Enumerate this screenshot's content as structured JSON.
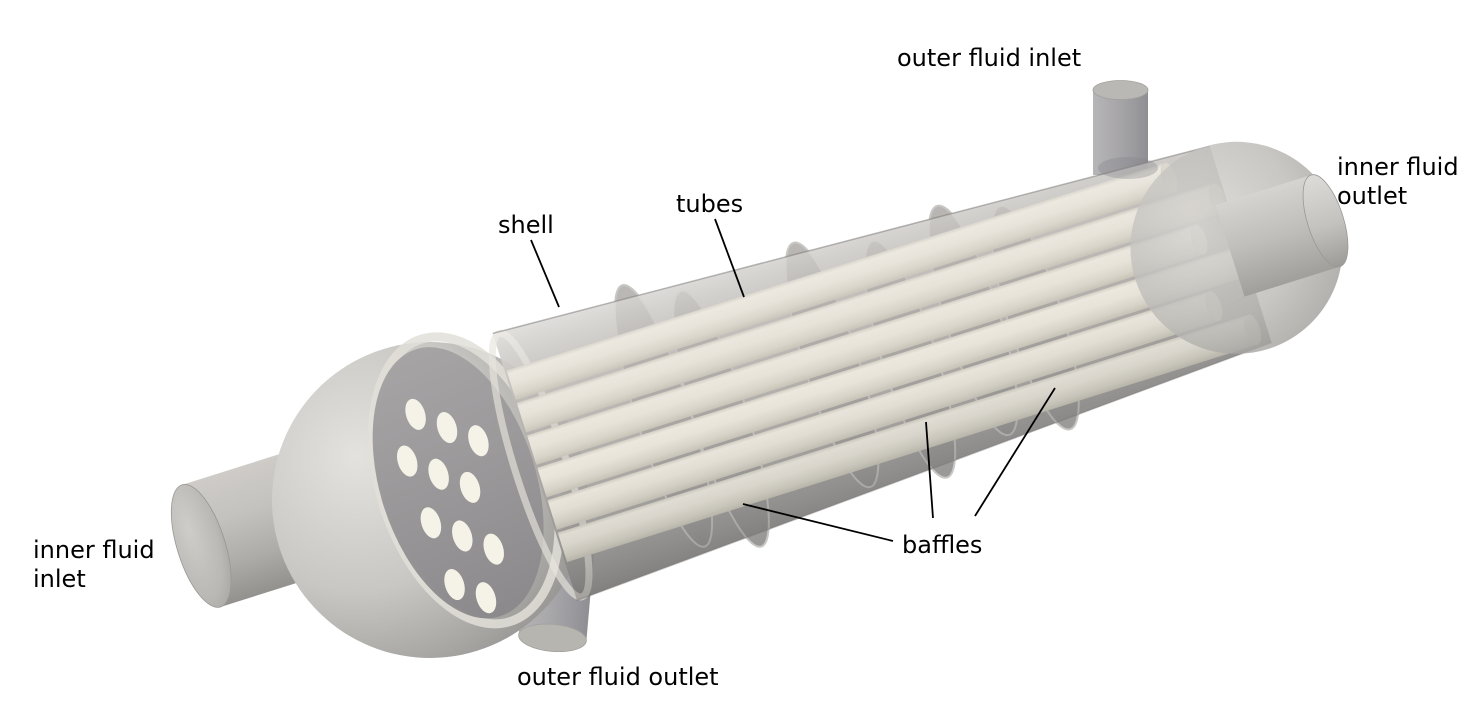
{
  "annotations": {
    "outer_fluid_inlet": {
      "text": "outer fluid inlet"
    },
    "inner_fluid_outlet": {
      "line1": "inner fluid",
      "line2": "outlet"
    },
    "shell": {
      "text": "shell"
    },
    "tubes": {
      "text": "tubes"
    },
    "baffles": {
      "text": "baffles"
    },
    "inner_fluid_inlet": {
      "line1": "inner fluid",
      "line2": "inlet"
    },
    "outer_fluid_outlet": {
      "text": "outer fluid outlet"
    }
  },
  "colors": {
    "background": "#ffffff",
    "label_text": "#000000",
    "leader_line": "#000000",
    "tube_cream": "#eae6db",
    "shell_grey": "#b0adaa",
    "shadow_grey": "#8b8987",
    "nozzle_grey": "#a9a8ab",
    "tube_sheet_grey": "#98959a",
    "hole_cream": "#f5f2e7"
  }
}
